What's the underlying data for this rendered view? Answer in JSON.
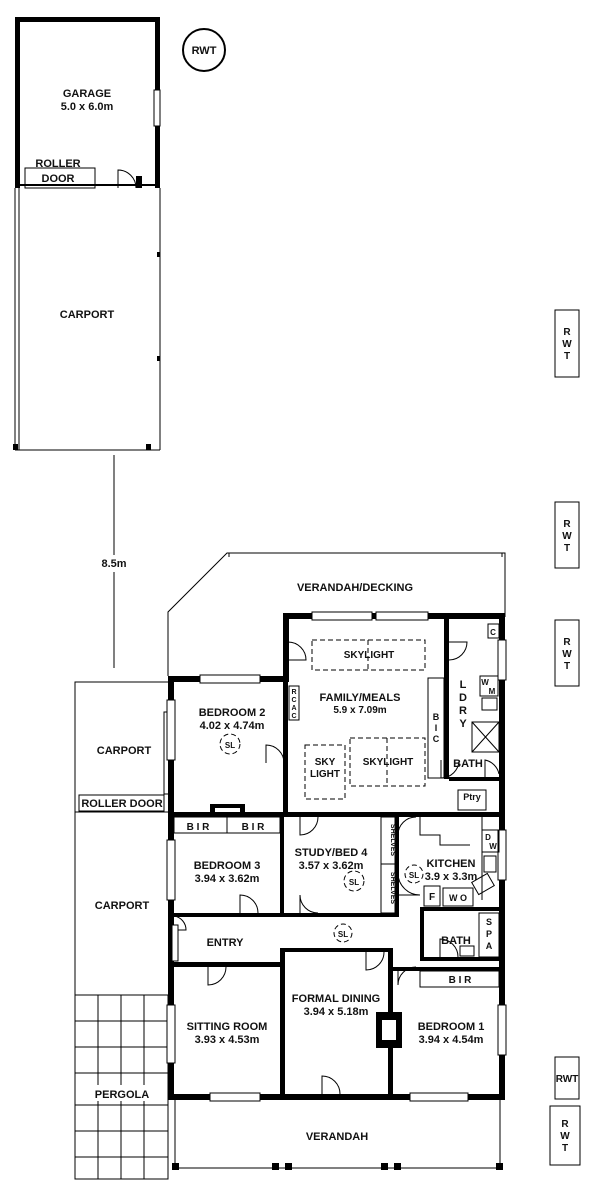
{
  "plan": {
    "garage": {
      "name": "GARAGE",
      "size": "5.0 x 6.0m",
      "door_line1": "ROLLER",
      "door_line2": "DOOR"
    },
    "rwt": {
      "label": "RWT",
      "vertical_letters": [
        "R",
        "W",
        "T"
      ]
    },
    "carport_top": "CARPORT",
    "distance": "8.5m",
    "verandah_decking": "VERANDAH/DECKING",
    "family_meals": {
      "name": "FAMILY/MEALS",
      "size": "5.9 x 7.09m"
    },
    "skylight": "SKYLIGHT",
    "sky_light_small": {
      "line1": "SKY",
      "line2": "LIGHT"
    },
    "rcac_letters": [
      "R",
      "C",
      "A",
      "C"
    ],
    "bic_letters": [
      "B",
      "I",
      "C"
    ],
    "ldry_letters": [
      "L",
      "D",
      "R",
      "Y"
    ],
    "wm_letters": [
      "W",
      "M"
    ],
    "c_label": "C",
    "bath": "BATH",
    "ptry": "Ptry",
    "bedroom2": {
      "name": "BEDROOM 2",
      "size": "4.02 x 4.74m"
    },
    "sl": "SL",
    "carport_left_1": "CARPORT",
    "roller_door": "ROLLER DOOR",
    "carport_left_2": "CARPORT",
    "bir": "B I R",
    "bedroom3": {
      "name": "BEDROOM 3",
      "size": "3.94 x 3.62m"
    },
    "study": {
      "name": "STUDY/BED 4",
      "size": "3.57 x 3.62m"
    },
    "shelves": "SHELVES",
    "kitchen": {
      "name": "KITCHEN",
      "size": "3.9 x 3.3m"
    },
    "dw_letters": [
      "D",
      "W"
    ],
    "f": "F",
    "wo": "W O",
    "spa_letters": [
      "S",
      "P",
      "A"
    ],
    "entry": "ENTRY",
    "formal_dining": {
      "name": "FORMAL DINING",
      "size": "3.94 x 5.18m"
    },
    "sitting_room": {
      "name": "SITTING ROOM",
      "size": "3.93 x 4.53m"
    },
    "bedroom1": {
      "name": "BEDROOM 1",
      "size": "3.94 x 4.54m"
    },
    "pergola": "PERGOLA",
    "verandah": "VERANDAH"
  }
}
